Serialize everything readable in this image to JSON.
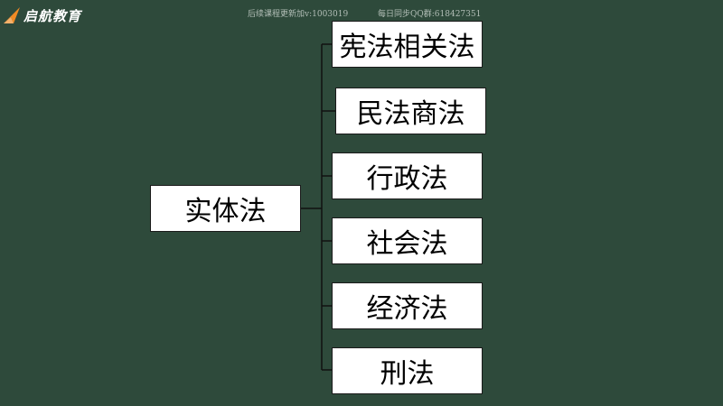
{
  "brand": {
    "name": "启航教育",
    "accent": "#f08a24"
  },
  "watermarks": {
    "left": "后续课程更新加v:1003019",
    "right": "每日同步QQ群:618427351"
  },
  "diagram": {
    "root": "实体法",
    "children": [
      "宪法相关法",
      "民法商法",
      "行政法",
      "社会法",
      "经济法",
      "刑法"
    ],
    "colors": {
      "background": "#2e4a3b",
      "box": "#ffffff",
      "line": "#111111"
    }
  }
}
